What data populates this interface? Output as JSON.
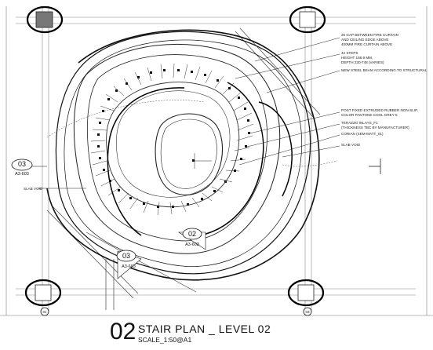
{
  "notes": [
    {
      "lines": [
        "25 GAP BETWEEN FIRE CURTAIN",
        "AND CEILING EDGE ABOVE",
        "400MM FIRE CURTAIN ABOVE"
      ]
    },
    {
      "lines": [
        "42 STEPS",
        "HEIGHT 158.9 MM,",
        "DEPTH 230-748 (VARIES)"
      ]
    },
    {
      "lines": [
        "NEW STEEL BEAM ACCORDING TO STRUCTURAL"
      ]
    },
    {
      "lines": [
        "POST FIXED EXTRUDED RUBBER NON-SLIP,",
        "COLOR PANTONE COOL GREY 5"
      ]
    },
    {
      "lines": [
        "TERAZZO INLAYS_F1",
        "(THICKNESS TBC BY MANUFACTURER)"
      ]
    },
    {
      "lines": [
        "CORIAN (SEM-MATT_01)"
      ]
    },
    {
      "lines": [
        "SLAB VOID"
      ]
    }
  ],
  "left_note": "SLAB VOID",
  "section_tags": [
    {
      "number": "03",
      "ref": "A3-603"
    },
    {
      "number": "02",
      "ref": "A3-603"
    },
    {
      "number": "03",
      "ref": "A3-603"
    }
  ],
  "grid_bubbles": [
    "01",
    "03"
  ],
  "title": {
    "number": "02",
    "name": "STAIR PLAN _  LEVEL 02",
    "scale": "SCALE_1:50@A1"
  }
}
